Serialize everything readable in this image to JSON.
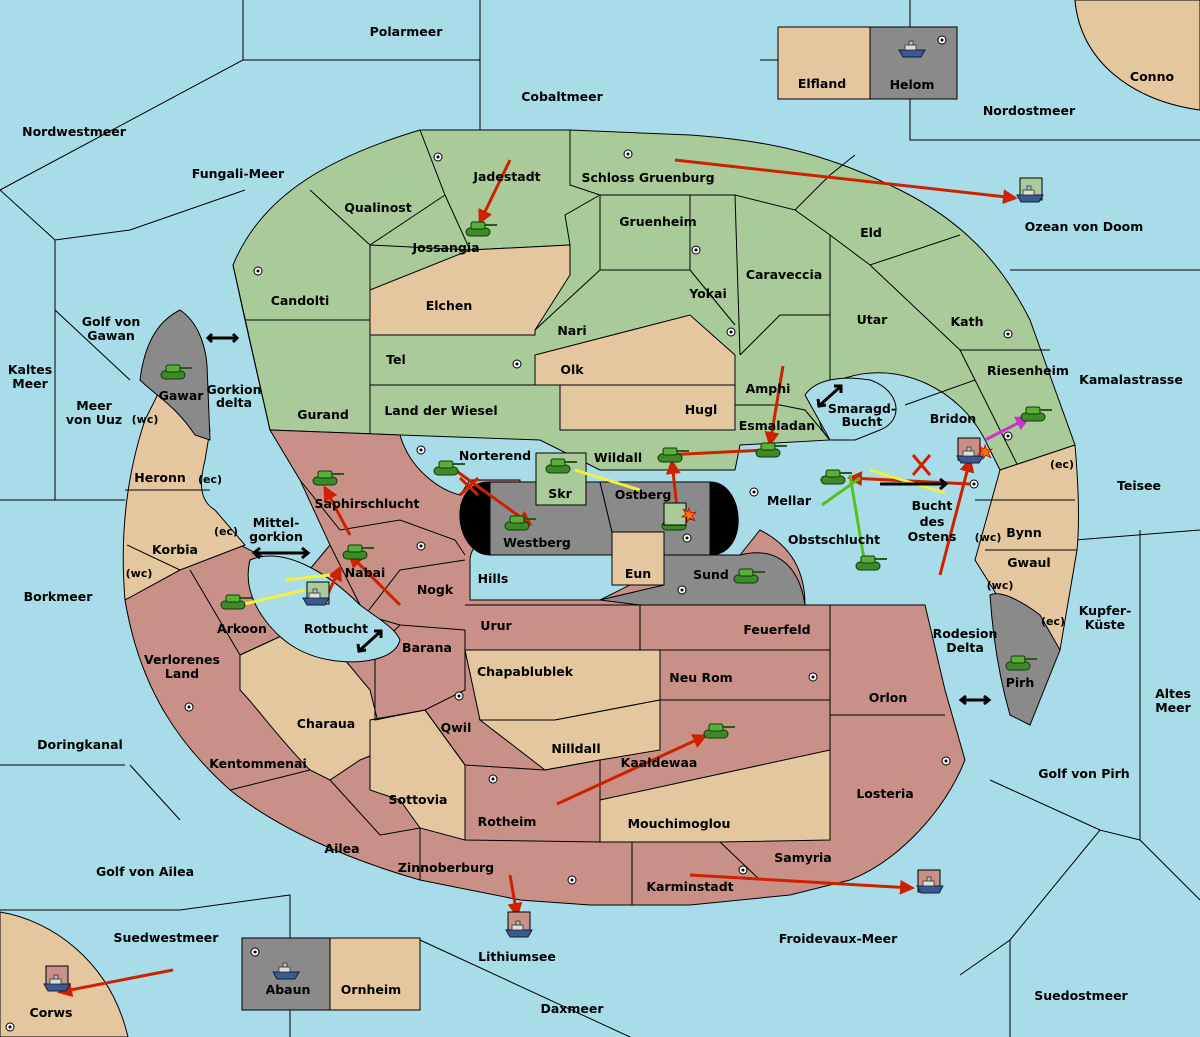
{
  "colors": {
    "sea": "#a9dce9",
    "green": "#a9cb9a",
    "red": "#c99088",
    "tan": "#e5c79f",
    "neutral": "#8a8a8a",
    "order": "#cc2200",
    "support": "#f2f23a",
    "convoy": "#cc33cc"
  },
  "labels": {
    "polarmeer": "Polarmeer",
    "cobaltmeer": "Cobaltmeer",
    "nordwestmeer": "Nordwestmeer",
    "fungali": "Fungali-Meer",
    "nordostmeer": "Nordostmeer",
    "conno": "Conno",
    "elfland": "Elfland",
    "helom": "Helom",
    "jadestadt": "Jadestadt",
    "schloss": "Schloss Gruenburg",
    "qualinost": "Qualinost",
    "jossangia": "Jossangia",
    "gruenheim": "Gruenheim",
    "eld": "Eld",
    "ozean": "Ozean von Doom",
    "candolti": "Candolti",
    "elchen": "Elchen",
    "caraveccia": "Caraveccia",
    "yokai": "Yokai",
    "nari": "Nari",
    "utar": "Utar",
    "kath": "Kath",
    "golfgawan_1": "Golf von",
    "golfgawan_2": "Gawan",
    "kaltes_1": "Kaltes",
    "kaltes_2": "Meer",
    "gawar": "Gawar",
    "gorkion_1": "Gorkion",
    "gorkion_2": "delta",
    "tel": "Tel",
    "olk": "Olk",
    "riesenheim": "Riesenheim",
    "kamala": "Kamalastrasse",
    "meeruuz_1": "Meer",
    "meeruuz_2": "von Uuz",
    "wc": "(wc)",
    "ec": "(ec)",
    "gurand": "Gurand",
    "landwiesel": "Land der Wiesel",
    "hugl": "Hugl",
    "amphi": "Amphi",
    "esmaladan": "Esmaladan",
    "smaragd_1": "Smaragd-",
    "smaragd_2": "Bucht",
    "bridon": "Bridon",
    "heronn": "Heronn",
    "norterend": "Norterend",
    "wildall": "Wildall",
    "teisee": "Teisee",
    "skr": "Skr",
    "ostberg": "Ostberg",
    "mellar": "Mellar",
    "saphir": "Saphirschlucht",
    "bucht_1": "Bucht",
    "bucht_2": "des",
    "bucht_3": "Ostens",
    "mittel_1": "Mittel-",
    "mittel_2": "gorkion",
    "westberg": "Westberg",
    "obst": "Obstschlucht",
    "bynn": "Bynn",
    "korbia": "Korbia",
    "nabai": "Nabai",
    "eun": "Eun",
    "sund": "Sund",
    "gwaul": "Gwaul",
    "hills": "Hills",
    "nogk": "Nogk",
    "borkmeer": "Borkmeer",
    "kupfer_1": "Kupfer-",
    "kupfer_2": "Küste",
    "arkoon": "Arkoon",
    "rotbucht": "Rotbucht",
    "urur": "Urur",
    "feuerfeld": "Feuerfeld",
    "rodesion_1": "Rodesion",
    "rodesion_2": "Delta",
    "barana": "Barana",
    "verlorenes_1": "Verlorenes",
    "verlorenes_2": "Land",
    "chapa": "Chapablublek",
    "neurom": "Neu Rom",
    "pirh": "Pirh",
    "orlon": "Orlon",
    "altes_1": "Altes",
    "altes_2": "Meer",
    "charaua": "Charaua",
    "qwil": "Qwil",
    "doringkanal": "Doringkanal",
    "nilldall": "Nilldall",
    "kentommenai": "Kentommenai",
    "kaaldewaa": "Kaaldewaa",
    "golfpirh": "Golf von Pirh",
    "sottovia": "Sottovia",
    "losteria": "Losteria",
    "rotheim": "Rotheim",
    "mouchi": "Mouchimoglou",
    "ailea": "Ailea",
    "samyria": "Samyria",
    "golfailea": "Golf von Ailea",
    "zinnoberburg": "Zinnoberburg",
    "karminstadt": "Karminstadt",
    "suedwest": "Suedwestmeer",
    "froidevaux": "Froidevaux-Meer",
    "lithiumsee": "Lithiumsee",
    "abaun": "Abaun",
    "ornheim": "Ornheim",
    "suedost": "Suedostmeer",
    "corws": "Corws",
    "daxmeer": "Daxmeer"
  }
}
